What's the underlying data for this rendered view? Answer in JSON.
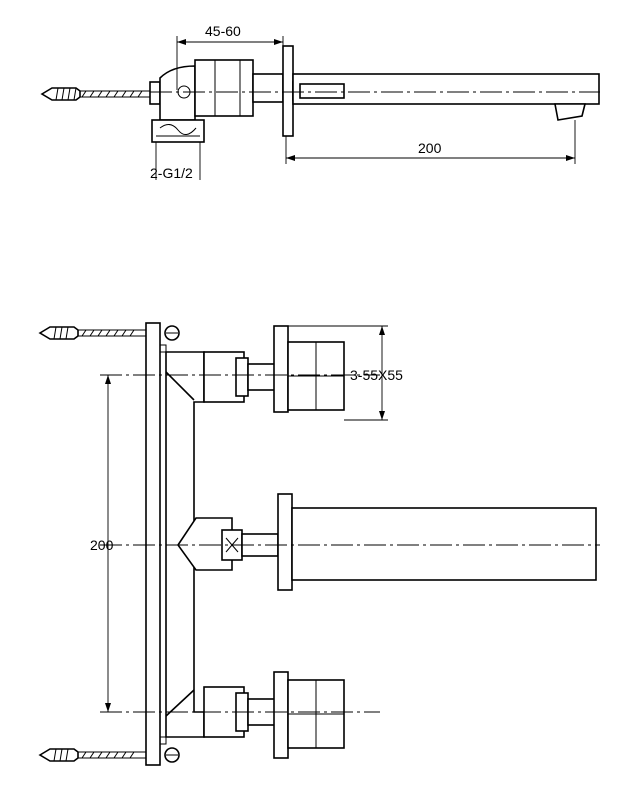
{
  "side_view": {
    "dim_mount_depth": "45-60",
    "dim_spout_length": "200",
    "dim_connection": "2-G1/2"
  },
  "front_view": {
    "dim_handle_size": "3-55X55",
    "dim_handle_spacing": "200"
  }
}
